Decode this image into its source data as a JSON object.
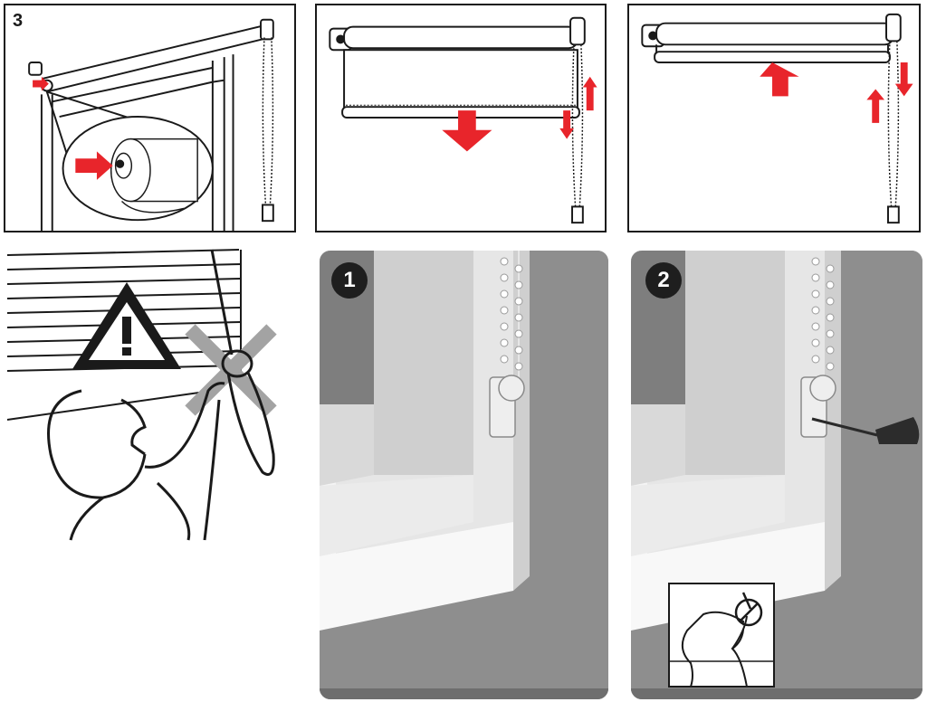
{
  "step": {
    "number": "3"
  },
  "badges": {
    "first": "1",
    "second": "2"
  },
  "colors": {
    "arrow": "#e8252b",
    "line": "#1a1a1a",
    "wall": "#8e8e8e",
    "frame": "#f2f2f2"
  },
  "icons": {
    "warning": "warning-triangle-icon",
    "prohibited": "cross-mark-icon",
    "up": "arrow-up-icon",
    "down": "arrow-down-icon",
    "push": "arrow-right-icon"
  }
}
